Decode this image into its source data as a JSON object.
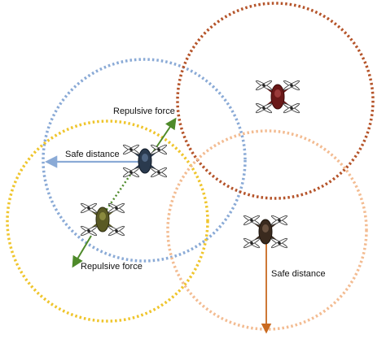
{
  "labels": {
    "repulsive_force_top": "Repulsive force",
    "safe_distance_left": "Safe distance",
    "repulsive_force_bottom": "Repulsive force",
    "safe_distance_right": "Safe distance"
  },
  "colors": {
    "blue_zone": "#8aaad6",
    "yellow_zone": "#efc52c",
    "rust_zone": "#b5542a",
    "peach_zone": "#f3bc92",
    "green_arrow": "#4e8a2a",
    "blue_arrow": "#8aaad6",
    "orange_arrow": "#c9691f",
    "drone_navy": "#2a3a4e",
    "drone_olive": "#5a5a24",
    "drone_maroon": "#6a1818",
    "drone_dark_brown": "#3a2a1e"
  },
  "drones": [
    {
      "name": "navy-drone-icon"
    },
    {
      "name": "olive-drone-icon"
    },
    {
      "name": "maroon-drone-icon"
    },
    {
      "name": "brown-drone-icon"
    }
  ]
}
